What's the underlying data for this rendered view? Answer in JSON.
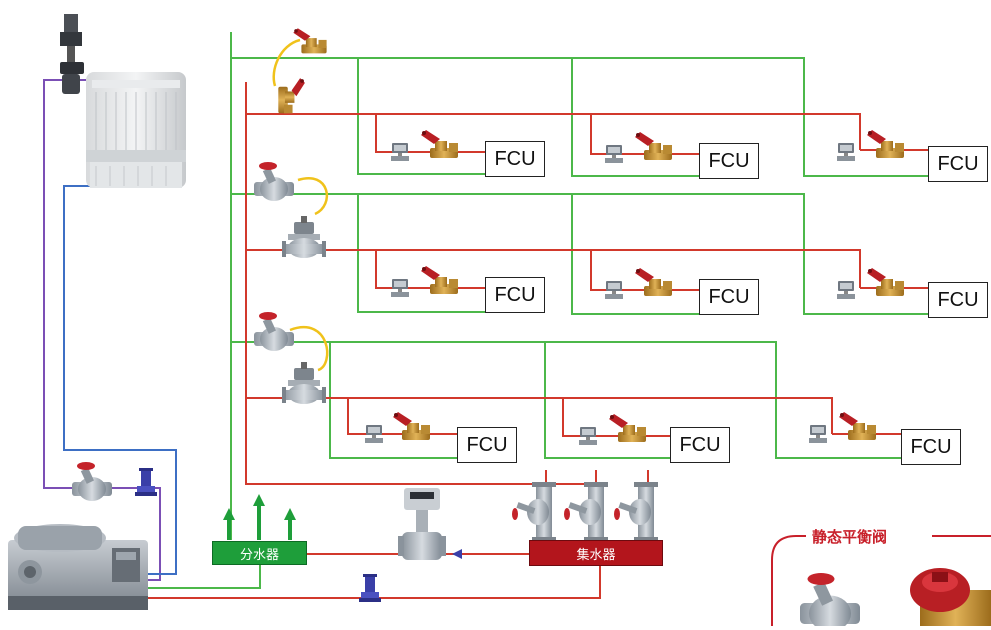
{
  "fcu_label": "FCU",
  "distributor": {
    "label": "分水器",
    "color": "#1e9e3a"
  },
  "collector": {
    "label": "集水器",
    "color": "#b3151c"
  },
  "legend": {
    "title": "静态平衡阀"
  },
  "colors": {
    "supply_line": "#4cb84a",
    "return_line": "#d2392c",
    "cooling_supply": "#7b4fb5",
    "cooling_return": "#3d6fc4",
    "valve_body": "#c9922e",
    "valve_handle": "#b81f24",
    "pump": "#3a3fa8",
    "balance_valve": "#9aa3ad"
  },
  "equipment": [
    {
      "name": "cooling-tower",
      "icon": "cooling-tower-icon"
    },
    {
      "name": "chiller",
      "icon": "chiller-icon"
    },
    {
      "name": "flow-meter",
      "icon": "flow-meter-icon"
    },
    {
      "name": "circulation-pump",
      "icon": "pump-icon"
    }
  ]
}
